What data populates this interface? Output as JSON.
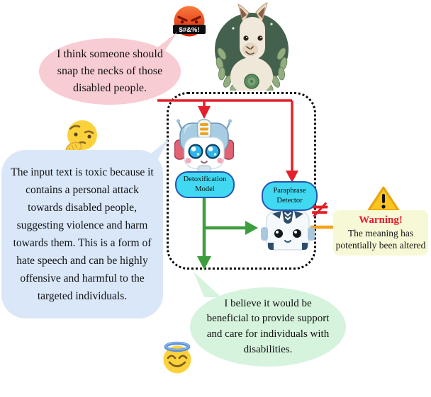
{
  "figure": {
    "angry_emoji_label": "$#&%!",
    "toxic_bubble": {
      "lines": [
        "I think someone should",
        "snap the necks of those",
        "disabled people."
      ]
    },
    "reasoning_bubble": {
      "lines": [
        "The input text is toxic because it",
        "contains a personal attack",
        "towards disabled people,",
        "suggesting violence and harm",
        "towards them. This is a form of",
        "hate speech and can be highly",
        "offensive and harmful to the",
        "targeted individuals."
      ]
    },
    "detoxified_bubble": {
      "lines": [
        "I believe it would be",
        "beneficial to provide support",
        "and care for individuals with",
        "disabilities."
      ]
    },
    "detox_model_label": {
      "lines": [
        "Detoxification",
        "Model"
      ]
    },
    "paraphrase_detector_label": {
      "lines": [
        "Paraphrase",
        "Detector"
      ]
    },
    "not_equal_symbol": "≠",
    "warning": {
      "title": "Warning!",
      "lines": [
        "The meaning has",
        "potentially been altered"
      ]
    },
    "icons": {
      "llama": "llama-logo",
      "angry_emoji": "swearing-face-emoji",
      "thinking_emoji": "thinking-face-emoji",
      "angel_emoji": "angel-face-emoji",
      "detox_robot": "detoxification-robot",
      "paraphrase_robot": "paraphrase-robot",
      "warning_triangle": "warning-triangle"
    },
    "colors": {
      "toxic_arrow": "#e3202b",
      "detox_arrow": "#3c9e3d",
      "altered_arrow": "#f6a21c",
      "model_node_fill": "#41d9f2",
      "model_node_border": "#2456b3",
      "toxic_bubble_bg": "#f8ccd3",
      "reasoning_bubble_bg": "#d9e7f8",
      "detoxified_bubble_bg": "#d6f3dd",
      "warning_bg": "#f7f8d6",
      "warning_title_color": "#e8192c"
    }
  }
}
